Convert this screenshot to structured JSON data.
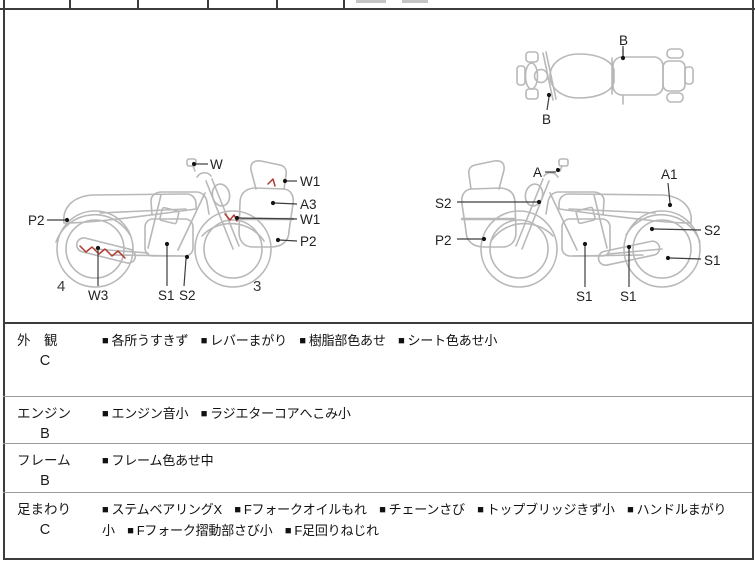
{
  "bullet": "■",
  "inspection_rows": [
    {
      "label": "外　観",
      "grade": "C",
      "items": [
        "各所うすきず",
        "レバーまがり",
        "樹脂部色あせ",
        "シート色あせ小"
      ]
    },
    {
      "label": "エンジン",
      "grade": "B",
      "items": [
        "エンジン音小",
        "ラジエターコアへこみ小"
      ]
    },
    {
      "label": "フレーム",
      "grade": "B",
      "items": [
        "フレーム色あせ中"
      ]
    },
    {
      "label": "足まわり",
      "grade": "C",
      "items": [
        "ステムベアリングX",
        "Fフォークオイルもれ",
        "チェーンさび",
        "トップブリッジきず小",
        "ハンドルまがり小",
        "Fフォーク摺動部さび小",
        "F足回りねじれ"
      ]
    }
  ],
  "diagram": {
    "top_view": {
      "label_seat": "B",
      "label_front": "B"
    },
    "left_bike": {
      "mirror": "W",
      "screen": "W1",
      "cowl": "A3",
      "front": "W1",
      "cowl_lower": "P2",
      "rear_fender": "P2",
      "rear_number": "4",
      "muffler": "W3",
      "engine": "S1",
      "engine2": "S2",
      "front_number": "3"
    },
    "right_bike": {
      "mirror": "A",
      "tail": "A1",
      "front": "S2",
      "cowl_lower": "P2",
      "shock": "S2",
      "rear_wheel": "S1",
      "engine": "S1",
      "swingarm": "S1"
    }
  },
  "colors": {
    "artwork_line": "#b8b8b8",
    "leader_line": "#3d3d3d",
    "label_text": "#1f1f1f",
    "damage_mark_red": "#b23b33",
    "border": "#3c3c3c",
    "divider": "#9a9a9a"
  }
}
